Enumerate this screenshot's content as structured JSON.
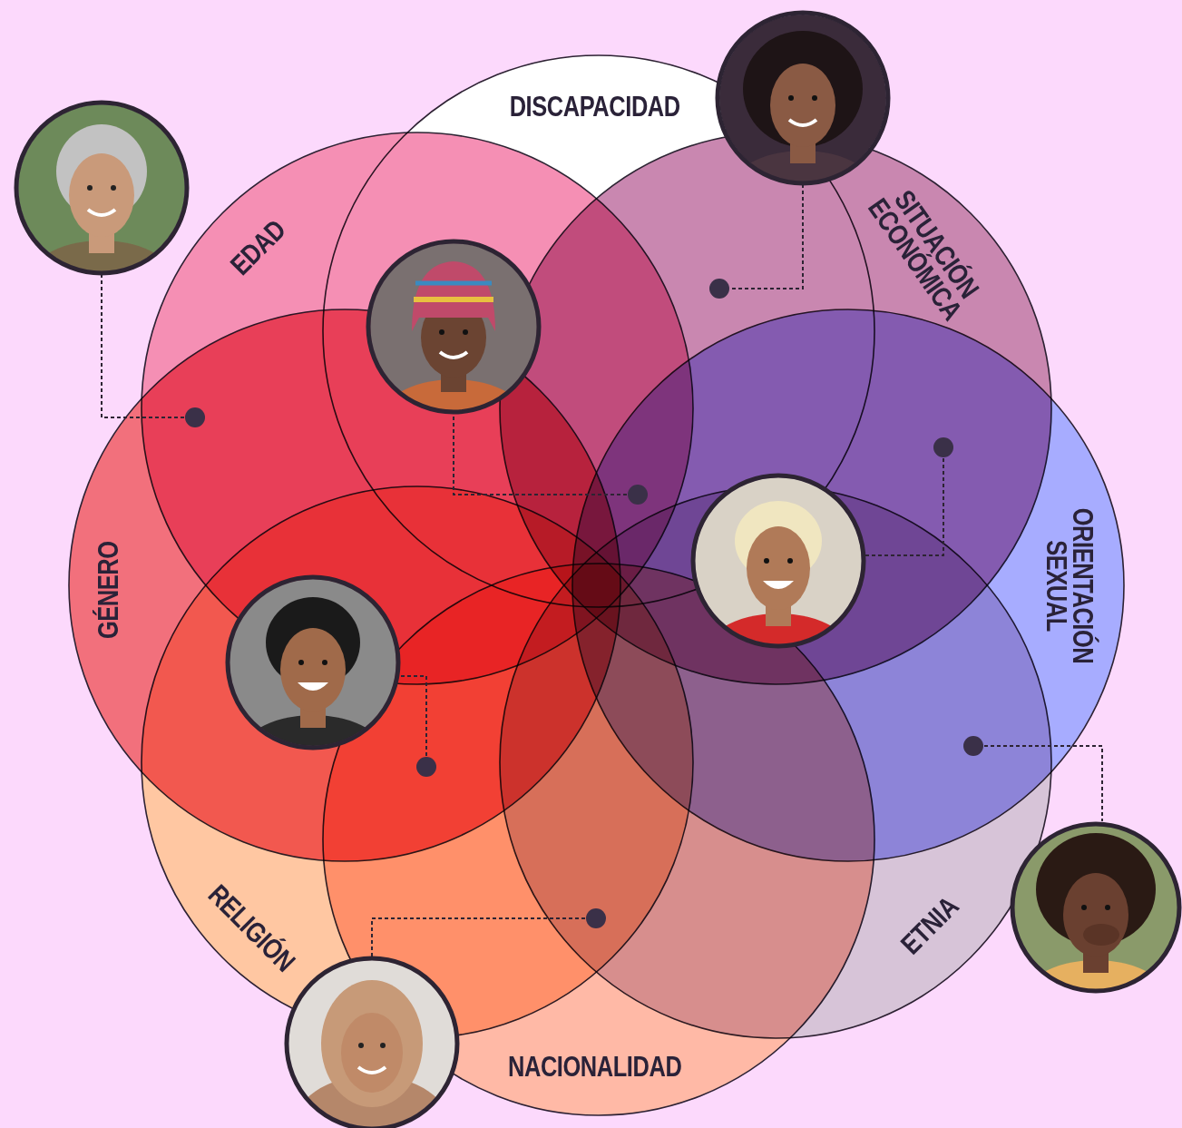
{
  "diagram": {
    "nodes": [
      {
        "text": [
          "DISCAPACIDAD"
        ]
      },
      {
        "text": [
          "EDAD"
        ]
      },
      {
        "text": [
          "SITUACIÓN ECONÓMICA"
        ]
      },
      {
        "text": [
          "GÉNERO"
        ]
      },
      {
        "text": [
          "ORIENTACIÓN SEXUAL"
        ]
      },
      {
        "text": [
          "RELIGIÓN"
        ]
      },
      {
        "text": [
          "ETNIA"
        ]
      },
      {
        "text": [
          "NACIONALIDAD"
        ]
      }
    ]
  }
}
